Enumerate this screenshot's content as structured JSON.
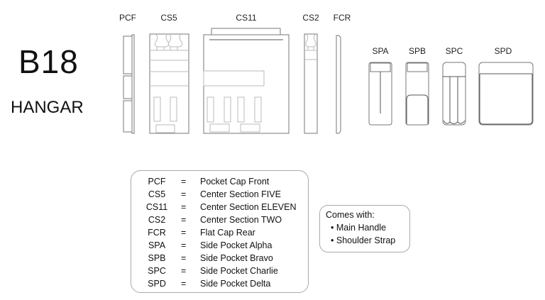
{
  "header": {
    "title": "B18",
    "subtitle": "HANGAR"
  },
  "parts": [
    {
      "code": "PCF",
      "icon": "pocket-cap-front-icon"
    },
    {
      "code": "CS5",
      "icon": "center-section-five-icon"
    },
    {
      "code": "CS11",
      "icon": "center-section-eleven-icon"
    },
    {
      "code": "CS2",
      "icon": "center-section-two-icon"
    },
    {
      "code": "FCR",
      "icon": "flat-cap-rear-icon"
    },
    {
      "code": "SPA",
      "icon": "side-pocket-alpha-icon"
    },
    {
      "code": "SPB",
      "icon": "side-pocket-bravo-icon"
    },
    {
      "code": "SPC",
      "icon": "side-pocket-charlie-icon"
    },
    {
      "code": "SPD",
      "icon": "side-pocket-delta-icon"
    }
  ],
  "legend": {
    "separator": "=",
    "entries": [
      {
        "code": "PCF",
        "description": "Pocket Cap Front"
      },
      {
        "code": "CS5",
        "description": "Center Section FIVE"
      },
      {
        "code": "CS11",
        "description": "Center Section ELEVEN"
      },
      {
        "code": "CS2",
        "description": "Center Section TWO"
      },
      {
        "code": "FCR",
        "description": "Flat Cap Rear"
      },
      {
        "code": "SPA",
        "description": "Side Pocket Alpha"
      },
      {
        "code": "SPB",
        "description": "Side Pocket Bravo"
      },
      {
        "code": "SPC",
        "description": "Side Pocket Charlie"
      },
      {
        "code": "SPD",
        "description": "Side Pocket Delta"
      }
    ]
  },
  "includes": {
    "heading": "Comes with:",
    "bullet": "•",
    "items": [
      "Main Handle",
      "Shoulder Strap"
    ]
  }
}
